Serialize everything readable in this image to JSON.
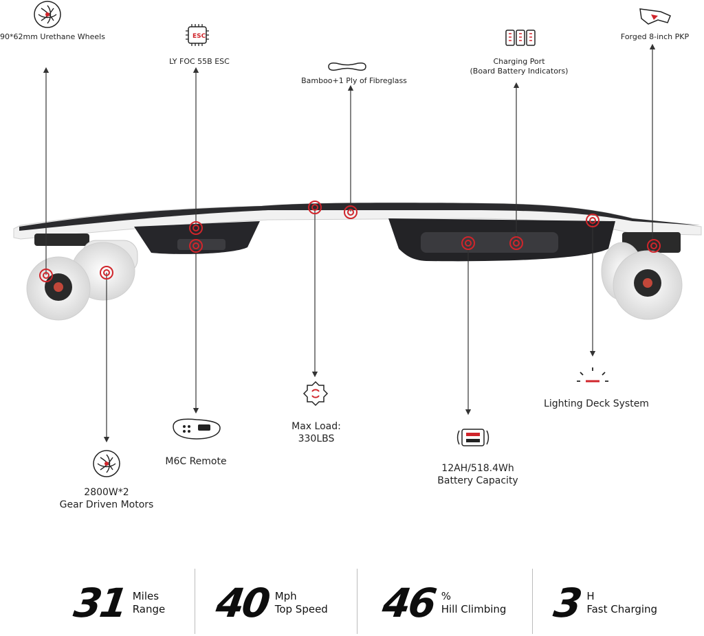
{
  "features": {
    "wheels": "90*62mm Urethane Wheels",
    "esc": "LY FOC 55B ESC",
    "esc_chip": "ESC",
    "deck": "Bamboo+1 Ply of Fibreglass",
    "charging_line1": "Charging Port",
    "charging_line2": "(Board Battery Indicators)",
    "trucks": "Forged 8-inch PKP",
    "motors_line1": "2800W*2",
    "motors_line2": "Gear Driven Motors",
    "remote": "M6C Remote",
    "load_line1": "Max Load:",
    "load_line2": "330LBS",
    "battery_line1": "12AH/518.4Wh",
    "battery_line2": "Battery Capacity",
    "lighting": "Lighting Deck System"
  },
  "stats": [
    {
      "value": "31",
      "unit": "Miles",
      "label": "Range"
    },
    {
      "value": "40",
      "unit": "Mph",
      "label": "Top Speed"
    },
    {
      "value": "46",
      "unit": "%",
      "label": "Hill Climbing"
    },
    {
      "value": "3",
      "unit": "H",
      "label": "Fast Charging"
    }
  ],
  "colors": {
    "accent": "#d0252b",
    "deck": "#2b2b2e",
    "text": "#222222"
  }
}
